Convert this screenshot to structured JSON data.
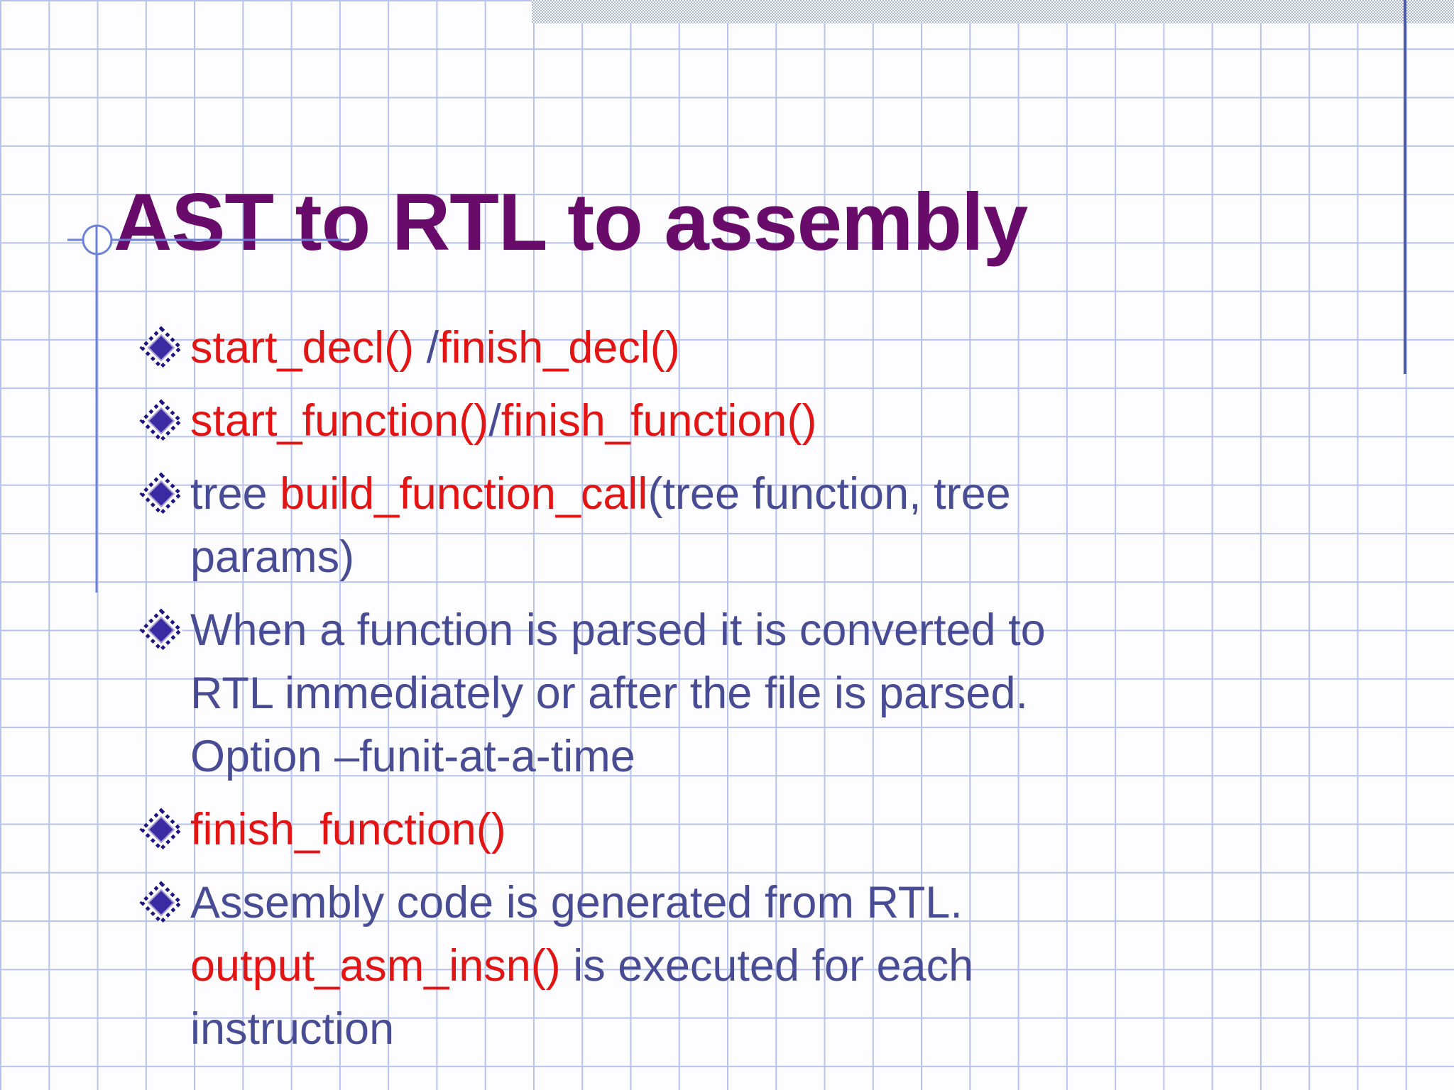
{
  "slide": {
    "title": "AST to RTL to assembly",
    "colors": {
      "red": "#e31414",
      "blue": "#484c94",
      "title": "#690b6a",
      "grid": "#b7c2ec",
      "ornament": "#6d81d9",
      "accent_line": "#4c5aac",
      "bullet_fill": "#3b2ba2",
      "bullet_edge": "#1c1482",
      "band": "#a9b3e6"
    },
    "bullets": [
      {
        "lines": [
          [
            {
              "c": "red",
              "t": "start_decl() "
            },
            {
              "c": "blue",
              "t": "/"
            },
            {
              "c": "red",
              "t": "finish_decl()"
            }
          ]
        ]
      },
      {
        "lines": [
          [
            {
              "c": "red",
              "t": "start_function()"
            },
            {
              "c": "blue",
              "t": "/"
            },
            {
              "c": "red",
              "t": "finish_function()"
            }
          ]
        ]
      },
      {
        "lines": [
          [
            {
              "c": "blue",
              "t": "tree "
            },
            {
              "c": "red",
              "t": "build_function_call"
            },
            {
              "c": "blue",
              "t": "(tree function, tree"
            }
          ],
          [
            {
              "c": "blue",
              "t": "params)"
            }
          ]
        ]
      },
      {
        "lines": [
          [
            {
              "c": "blue",
              "t": "When a function is parsed it is converted to"
            }
          ],
          [
            {
              "c": "blue",
              "t": "RTL immediately or after the file is parsed."
            }
          ],
          [
            {
              "c": "blue",
              "t": "Option –funit-at-a-time"
            }
          ]
        ]
      },
      {
        "lines": [
          [
            {
              "c": "red",
              "t": "finish_function()"
            }
          ]
        ]
      },
      {
        "lines": [
          [
            {
              "c": "blue",
              "t": "Assembly code is generated from RTL."
            }
          ],
          [
            {
              "c": "red",
              "t": "output_asm_insn()"
            },
            {
              "c": "blue",
              "t": " is executed for each"
            }
          ],
          [
            {
              "c": "blue",
              "t": "instruction"
            }
          ]
        ]
      }
    ]
  }
}
